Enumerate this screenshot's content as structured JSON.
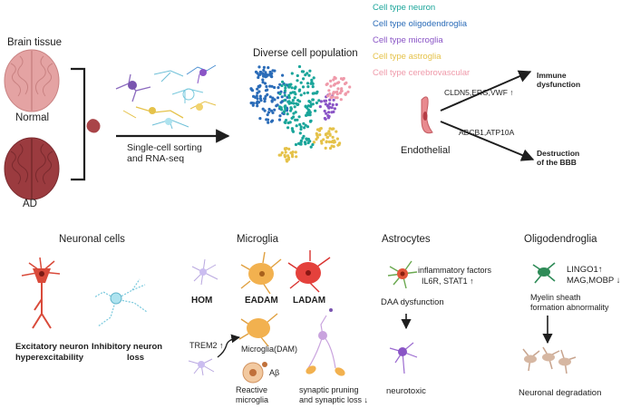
{
  "top": {
    "brain_tissue_title": "Brain tissue",
    "normal_label": "Normal",
    "ad_label": "AD",
    "sorting_line1": "Single-cell sorting",
    "sorting_line2": "and RNA-seq",
    "population_title": "Diverse cell population",
    "legend": [
      {
        "label": "Cell type neuron",
        "color": "#1aa59a"
      },
      {
        "label": "Cell type oligodendroglia",
        "color": "#2b6cb8"
      },
      {
        "label": "Cell type microglia",
        "color": "#8a55c6"
      },
      {
        "label": "Cell type astroglia",
        "color": "#e5c24a"
      },
      {
        "label": "Cell type cerebrovascular",
        "color": "#ef9aaa"
      }
    ],
    "endothelial_label": "Endothelial",
    "upper_genes": "CLDN5,ERG,VWF ↑",
    "lower_genes": "ABCB1,ATP10A",
    "immune_line1": "Immune",
    "immune_line2": "dysfunction",
    "bbb_line1": "Destruction",
    "bbb_line2": "of the BBB"
  },
  "bottom": {
    "neuronal": {
      "title": "Neuronal cells",
      "excitatory_line1": "Excitatory neuron",
      "excitatory_line2": "hyperexcitability",
      "inhibitory_line1": "Inhibitory neuron",
      "inhibitory_line2": "loss"
    },
    "microglia": {
      "title": "Microglia",
      "hom": "HOM",
      "eadam": "EADAM",
      "ladam": "LADAM",
      "trem2": "TREM2 ↑",
      "dam": "Microglia(DAM)",
      "abeta": "Aβ",
      "reactive_line1": "Reactive",
      "reactive_line2": "microglia",
      "pruning_line1": "synaptic pruning",
      "pruning_line2": "and synaptic loss ↓"
    },
    "astrocytes": {
      "title": "Astrocytes",
      "inflam_line1": "inflammatory factors",
      "inflam_line2": "IL6R, STAT1 ↑",
      "daa": "DAA dysfunction",
      "neurotoxic": "neurotoxic"
    },
    "oligodendroglia": {
      "title": "Oligodendroglia",
      "lingo": "LINGO1↑",
      "mag": "MAG,MOBP ↓",
      "myelin_line1": "Myelin sheath",
      "myelin_line2": "formation abnormality",
      "degradation": "Neuronal degradation"
    }
  },
  "colors": {
    "normal_brain": "#e4a3a3",
    "ad_brain": "#9b3b3f",
    "neuron_cluster": "#1aa59a",
    "oligo_cluster": "#2b6cb8",
    "microglia_cluster": "#8a55c6",
    "astro_cluster": "#e5c24a",
    "vascular_cluster": "#ef9aaa"
  }
}
